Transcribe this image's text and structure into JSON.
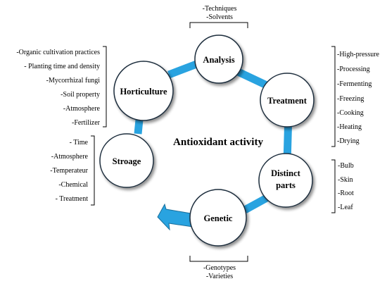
{
  "center": {
    "label": "Antioxidant activity"
  },
  "nodes": {
    "analysis": {
      "label": "Analysis",
      "items": [
        "-Techniques",
        "-Solvents"
      ]
    },
    "treatment": {
      "label": "Treatment",
      "items": [
        "-High-pressure",
        "-Processing",
        "-Fermenting",
        "-Freezing",
        "-Cooking",
        "-Heating",
        "-Drying"
      ]
    },
    "distinct_parts": {
      "label_line1": "Distinct",
      "label_line2": "parts",
      "items": [
        "-Bulb",
        "-Skin",
        "-Root",
        "-Leaf"
      ]
    },
    "genetic": {
      "label": "Genetic",
      "items": [
        "-Genotypes",
        "-Varieties"
      ]
    },
    "storage": {
      "label": "Stroage",
      "items": [
        "- Time",
        "-Atmosphere",
        "-Temperateur",
        "-Chemical",
        "- Treatment"
      ]
    },
    "horticulture": {
      "label": "Horticulture",
      "items": [
        "-Organic cultivation practices",
        "- Planting time and density",
        "-Mycorrhizal fungi",
        "-Soil property",
        "-Atmosphere",
        "-Fertilizer"
      ]
    }
  },
  "colors": {
    "ring": "#29a3e0",
    "ring_edge": "#1a6f9c",
    "node_fill": "#ffffff",
    "node_stroke": "#1f2d3d",
    "bracket": "#000000"
  }
}
